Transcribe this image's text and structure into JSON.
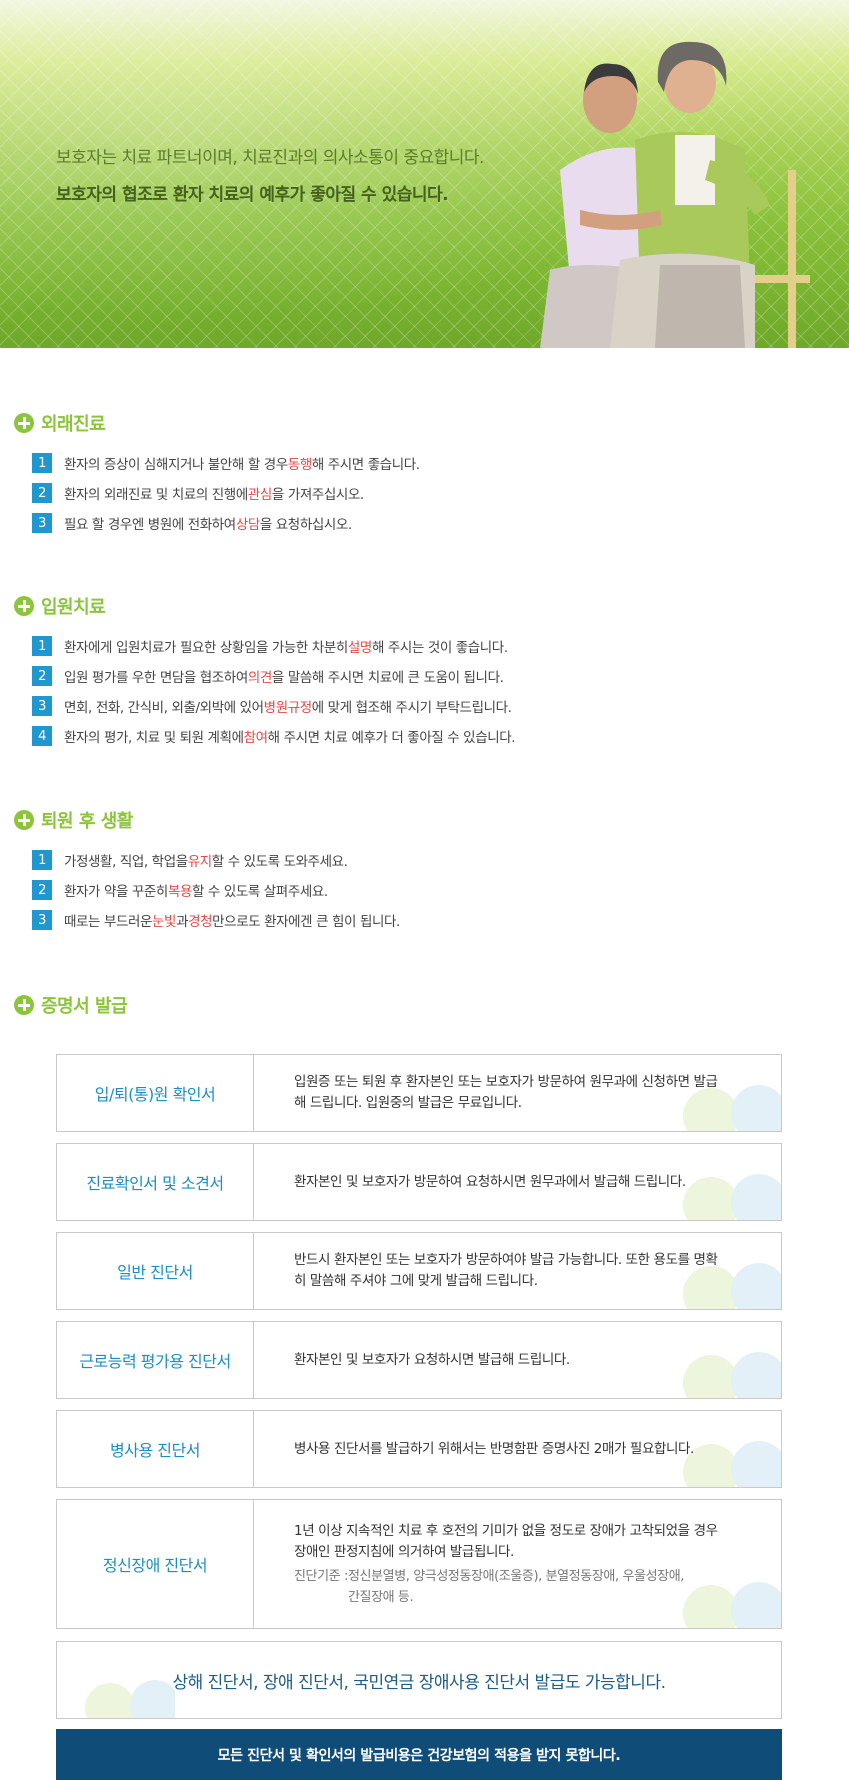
{
  "hero": {
    "line1": "보호자는 치료 파트너이며, 치료진과의 의사소통이 중요합니다.",
    "line2": "보호자의 협조로 환자 치료의 예후가 좋아질 수 있습니다."
  },
  "sections": [
    {
      "title": "외래진료",
      "items": [
        {
          "num": "1",
          "pre": "환자의 증상이 심해지거나 불안해 할 경우 ",
          "hl": "동행",
          "post": "해 주시면 좋습니다."
        },
        {
          "num": "2",
          "pre": "환자의 외래진료 및 치료의 진행에 ",
          "hl": "관심",
          "post": "을 가져주십시오."
        },
        {
          "num": "3",
          "pre": "필요 할 경우엔 병원에 전화하여 ",
          "hl": "상담",
          "post": "을 요청하십시오."
        }
      ]
    },
    {
      "title": "입원치료",
      "items": [
        {
          "num": "1",
          "pre": "환자에게 입원치료가 필요한 상황임을 가능한 차분히 ",
          "hl": "설명",
          "post": "해 주시는 것이 좋습니다."
        },
        {
          "num": "2",
          "pre": "입원 평가를 우한 면담을 협조하여 ",
          "hl": "의견",
          "post": "을 말씀해 주시면 치료에 큰 도움이 됩니다."
        },
        {
          "num": "3",
          "pre": "면회, 전화, 간식비, 외출/외박에 있어 ",
          "hl": "병원규정",
          "post": "에 맞게 협조해 주시기 부탁드립니다."
        },
        {
          "num": "4",
          "pre": "환자의 평가, 치료 및 퇴원 계획에 ",
          "hl": "참여",
          "post": "해 주시면 치료 예후가 더 좋아질 수 있습니다."
        }
      ]
    },
    {
      "title": "퇴원 후 생활",
      "items": [
        {
          "num": "1",
          "pre": "가정생활, 직업, 학업을 ",
          "hl": "유지",
          "post": "할 수 있도록 도와주세요."
        },
        {
          "num": "2",
          "pre": "환자가 약을 꾸준히 ",
          "hl": "복용",
          "post": "할 수 있도록 살펴주세요."
        },
        {
          "num": "3",
          "pre": "때로는 부드러운 ",
          "hl": "눈빛",
          "mid": "과 ",
          "hl2": "경청",
          "post": "만으로도 환자에겐 큰 힘이 됩니다."
        }
      ]
    },
    {
      "title": "증명서 발급"
    }
  ],
  "certificates": [
    {
      "name": "입/퇴(통)원 확인서",
      "desc": [
        "입원증 또는 퇴원 후 환자본인 또는 보호자가 방문하여 원무과에 신청하면 발급",
        "해 드립니다. 입원중의 발급은 무료입니다."
      ]
    },
    {
      "name": "진료확인서 및 소견서",
      "desc": [
        "환자본인 및 보호자가 방문하여 요청하시면 원무과에서 발급해 드립니다."
      ]
    },
    {
      "name": "일반 진단서",
      "desc": [
        "반드시 환자본인 또는 보호자가 방문하여야 발급 가능합니다. 또한 용도를  명확",
        "히 말씀해 주셔야 그에 맞게 발급해 드립니다."
      ]
    },
    {
      "name": "근로능력 평가용 진단서",
      "desc": [
        "환자본인 및 보호자가 요청하시면 발급해 드립니다."
      ]
    },
    {
      "name": "병사용 진단서",
      "desc": [
        "병사용 진단서를 발급하기 위해서는 반명함판 증명사진 2매가 필요합니다."
      ]
    },
    {
      "name": "정신장애 진단서",
      "desc": [
        "1년 이상 지속적인 치료 후 호전의 기미가 없을 정도로 장애가 고착되었을 경우",
        "장애인 판정지침에 의거하여 발급됩니다."
      ],
      "criteria_label": "진단기준 : ",
      "criteria": [
        "정신분열병, 양극성정동장애(조울증), 분열정동장애, 우울성장애,",
        "간질장애 등."
      ]
    }
  ],
  "notice": "상해 진단서, 장애 진단서, 국민연금 장애사용 진단서 발급도 가능합니다.",
  "bottom_bar": "모든 진단서 및 확인서의 발급비용은 건강보험의 적용을 받지 못합니다.",
  "colors": {
    "accent_green": "#8cc43b",
    "number_blue": "#1f98cf",
    "highlight_red": "#e84646",
    "cert_blue": "#1b8fc4",
    "bar_navy": "#0f4c77"
  }
}
